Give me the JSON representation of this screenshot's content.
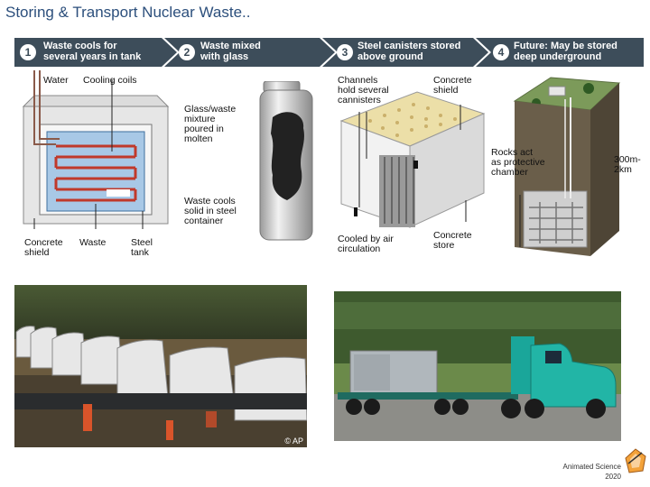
{
  "title": "Storing & Transport Nuclear Waste..",
  "steps": [
    {
      "num": "1",
      "line1": "Waste cools for",
      "line2": "several years in tank"
    },
    {
      "num": "2",
      "line1": "Waste mixed",
      "line2": "with glass"
    },
    {
      "num": "3",
      "line1": "Steel canisters stored",
      "line2": "above ground"
    },
    {
      "num": "4",
      "line1": "Future: May be stored",
      "line2": "deep underground"
    }
  ],
  "panel1": {
    "water": "Water",
    "cooling_coils": "Cooling coils",
    "concrete_shield": [
      "Concrete",
      "shield"
    ],
    "waste": "Waste",
    "steel_tank": [
      "Steel",
      "tank"
    ]
  },
  "panel2": {
    "glass_mixture": [
      "Glass/waste",
      "mixture",
      "poured in",
      "molten"
    ],
    "waste_cools": [
      "Waste cools",
      "solid in steel",
      "container"
    ]
  },
  "panel3": {
    "channels": [
      "Channels",
      "hold several",
      "cannisters"
    ],
    "concrete_shield": [
      "Concrete",
      "shield"
    ],
    "cooled_by_air": [
      "Cooled by air",
      "circulation"
    ],
    "concrete_store": [
      "Concrete",
      "store"
    ]
  },
  "panel4": {
    "rocks": [
      "Rocks act",
      "as protective",
      "chamber"
    ],
    "depth": [
      "300m-",
      "2km"
    ]
  },
  "photo_credit": "© AP",
  "footer": {
    "line1": "Animated Science",
    "line2": "2020"
  },
  "colors": {
    "banner": "#3d4d5a",
    "title": "#2c4f7c",
    "coolant": "#a8c8e6",
    "coil": "#c0392b"
  }
}
